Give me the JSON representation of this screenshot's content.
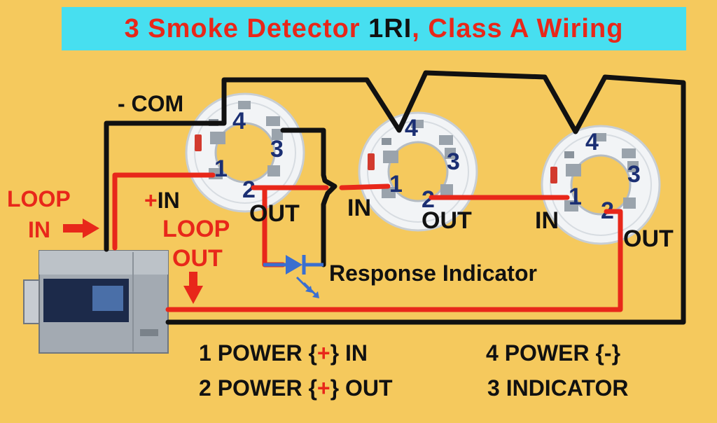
{
  "title": {
    "part1": "3 Smoke Detector",
    "part2": "1RI",
    "part3": ", Class A Wiring"
  },
  "labels": {
    "com": "- COM",
    "loop_in_1": "LOOP",
    "loop_in_2": "IN",
    "plus_sign": "+",
    "in_text": "IN",
    "loop_out_1": "LOOP",
    "loop_out_2": "OUT",
    "out_1": "OUT",
    "in_2": "IN",
    "out_2": "OUT",
    "in_3": "IN",
    "out_3": "OUT",
    "response_indicator": "Response Indicator"
  },
  "terminals": [
    "1",
    "2",
    "3",
    "4"
  ],
  "legend": {
    "row1_pre": "1 POWER {",
    "row1_sym": "+",
    "row1_post": "} IN",
    "row2_pre": "2 POWER {",
    "row2_sym": "+",
    "row2_post": "} OUT",
    "row3": "4 POWER {-}",
    "row4": "3 INDICATOR"
  },
  "colors": {
    "background": "#f5c95d",
    "title_bar": "#47dff0",
    "positive_wire": "#e8271a",
    "negative_wire": "#111111",
    "indicator": "#3a6fd0",
    "terminal_numbers": "#1b2f73"
  },
  "icons": [
    "smoke-detector-base-icon",
    "fire-alarm-panel-icon",
    "led-indicator-icon",
    "arrow-right-icon",
    "arrow-down-icon"
  ]
}
